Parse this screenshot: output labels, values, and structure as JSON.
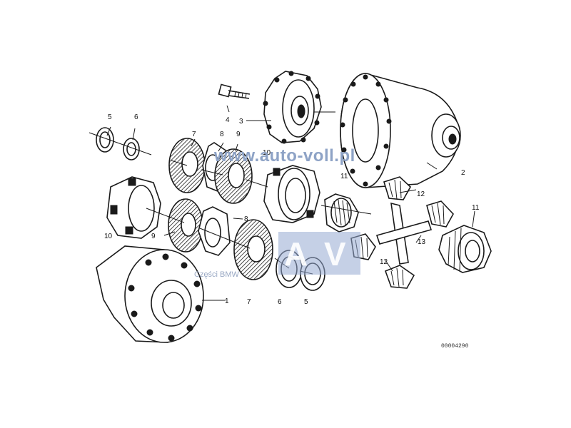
{
  "watermark": {
    "url": "www.auto-voll.pl",
    "subtitle": "Części BMW",
    "logo_letters": [
      "A",
      "V"
    ],
    "color": "#8ea3c6"
  },
  "catalog_number": "00004290",
  "callouts": {
    "c1": "1",
    "c2": "2",
    "c3": "3",
    "c4": "4",
    "c5a": "5",
    "c5b": "5",
    "c6a": "6",
    "c6b": "6",
    "c7a": "7",
    "c7b": "7",
    "c8a": "8",
    "c8b": "8",
    "c9a": "9",
    "c9b": "9",
    "c10a": "10",
    "c10b": "10",
    "c11a": "11",
    "c11b": "11",
    "c12a": "12",
    "c12b": "12",
    "c13": "13"
  }
}
